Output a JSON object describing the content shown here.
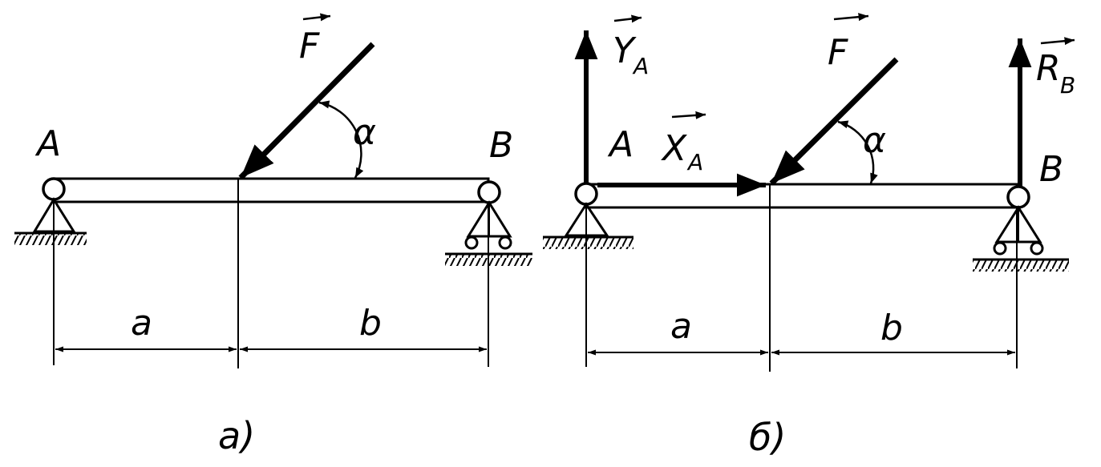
{
  "diagram_a": {
    "caption": "a)",
    "force": "F",
    "angle": "α",
    "support_left": "A",
    "support_right": "B",
    "dim_left": "a",
    "dim_right": "b"
  },
  "diagram_b": {
    "caption": "б)",
    "force": "F",
    "angle": "α",
    "support_left": "A",
    "support_right": "B",
    "dim_left": "a",
    "dim_right": "b",
    "reaction_ya": "Y",
    "reaction_ya_sub": "A",
    "reaction_xa": "X",
    "reaction_xa_sub": "A",
    "reaction_rb": "R",
    "reaction_rb_sub": "B"
  },
  "colors": {
    "ink": "#000000",
    "background": "#ffffff"
  }
}
